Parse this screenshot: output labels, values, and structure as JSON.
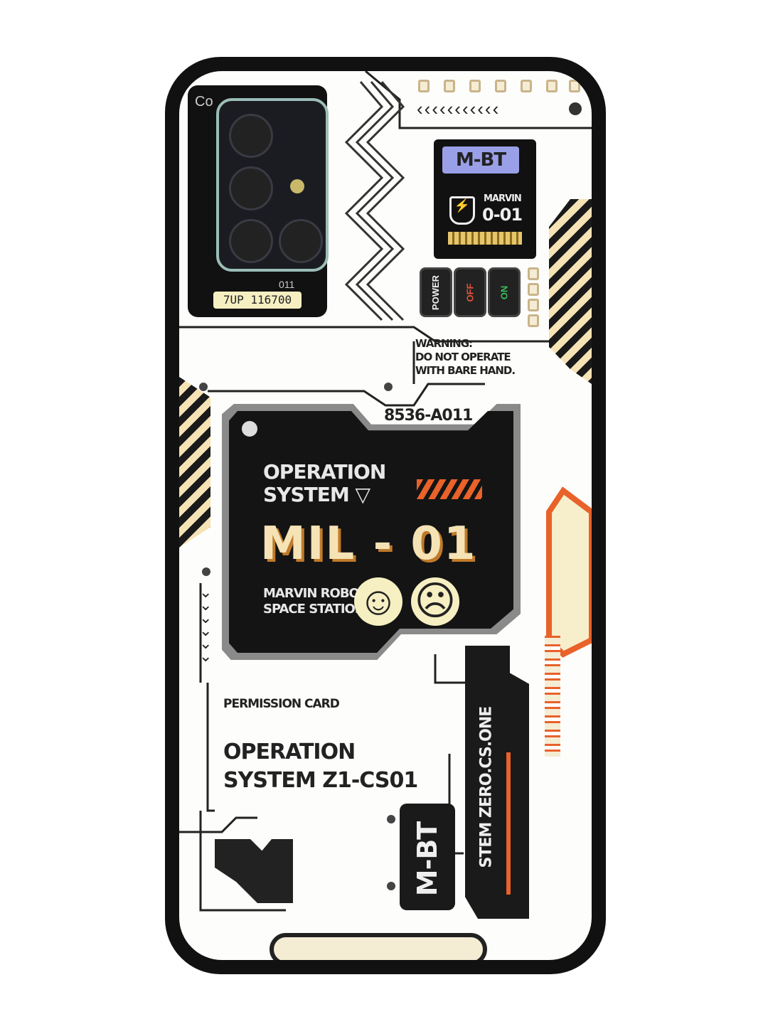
{
  "camera": {
    "label": "Co",
    "model": "7UP 116700",
    "tag": "011"
  },
  "badge": {
    "title": "M-BT",
    "name": "MARVIN",
    "code": "0-01"
  },
  "switches": {
    "power": "POWER",
    "off": "OFF",
    "on": "ON"
  },
  "warning": {
    "line1": "WARNING:",
    "line2": "DO NOT OPERATE",
    "line3": "WITH BARE HAND."
  },
  "screen": {
    "serial": "8536-A011",
    "os_line1": "OPERATION",
    "os_line2": "SYSTEM",
    "model": "MIL - 01",
    "sub_line1": "MARVIN ROBOT",
    "sub_line2": "SPACE STATION",
    "happy": "☺",
    "sad": "☹"
  },
  "permission": {
    "title": "PERMISSION CARD",
    "line1": "OPERATION",
    "line2": "SYSTEM Z1-CS01"
  },
  "side": {
    "label": "M-BT",
    "vertical": "STEM ZERO.CS.ONE"
  },
  "colors": {
    "case": "#111111",
    "panel": "#fdfdfb",
    "cream": "#f5e3b5",
    "orange": "#e8622a",
    "badge_blue": "#9aa0e8",
    "screen": "#141414"
  }
}
